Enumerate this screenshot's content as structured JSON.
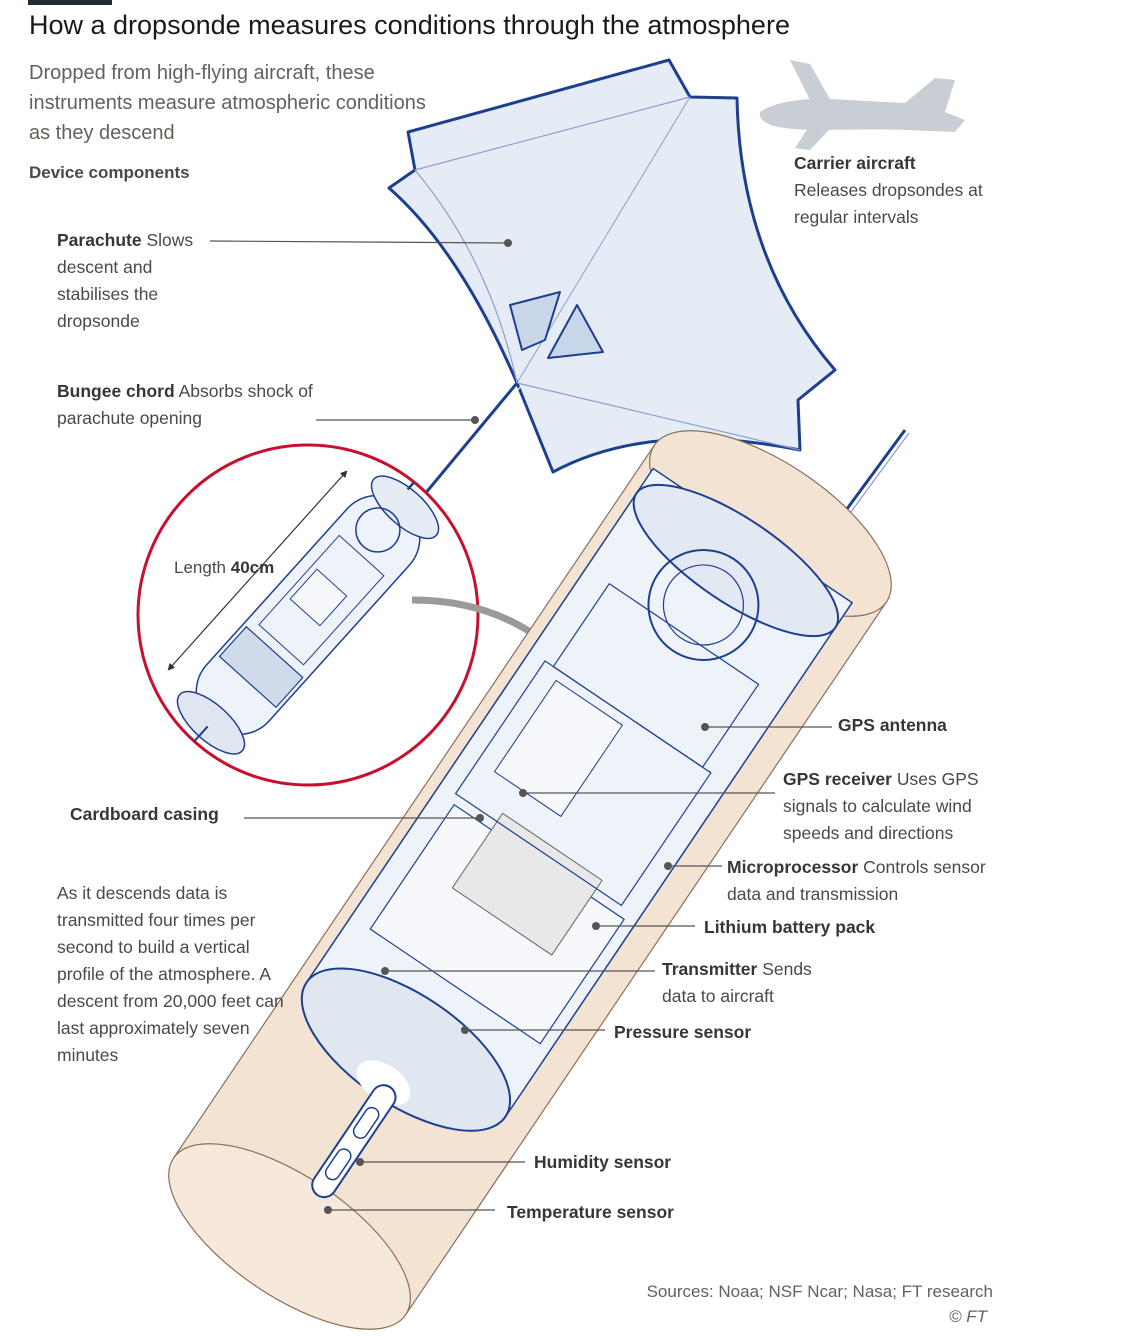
{
  "title": "How a dropsonde measures conditions through the atmosphere",
  "subtitle": "Dropped from high-flying aircraft, these instruments measure atmospheric conditions as they descend",
  "section_heading": "Device components",
  "labels": {
    "carrier": {
      "name": "Carrier aircraft",
      "desc": "Releases dropsondes at regular intervals"
    },
    "parachute": {
      "name": "Parachute",
      "desc": "Slows descent and stabilises the dropsonde"
    },
    "bungee": {
      "name": "Bungee chord",
      "desc": "Absorbs shock of parachute opening"
    },
    "length_prefix": "Length",
    "length_value": "40cm",
    "casing": {
      "name": "Cardboard casing"
    },
    "gps_antenna": {
      "name": "GPS antenna"
    },
    "gps_receiver": {
      "name": "GPS receiver",
      "desc": "Uses GPS signals to calculate wind speeds and directions"
    },
    "microprocessor": {
      "name": "Microprocessor",
      "desc": "Controls sensor data and transmission"
    },
    "battery": {
      "name": "Lithium battery pack"
    },
    "transmitter": {
      "name": "Transmitter",
      "desc": "Sends data to aircraft"
    },
    "pressure": {
      "name": "Pressure sensor"
    },
    "humidity": {
      "name": "Humidity sensor"
    },
    "temperature": {
      "name": "Temperature sensor"
    }
  },
  "note": "As it descends data is transmitted four times per second to build a vertical profile of the atmosphere. A descent from 20,000 feet can last approximately seven minutes",
  "sources": "Sources: Noaa; NSF Ncar; Nasa; FT research",
  "copyright": "© FT",
  "colors": {
    "outline": "#1d3f8f",
    "parachute_fill": "#e6ecf5",
    "casing_fill": "#f3e3d3",
    "zoom_circle": "#c8102e",
    "aircraft": "#c9ced4",
    "leader": "#555555"
  }
}
